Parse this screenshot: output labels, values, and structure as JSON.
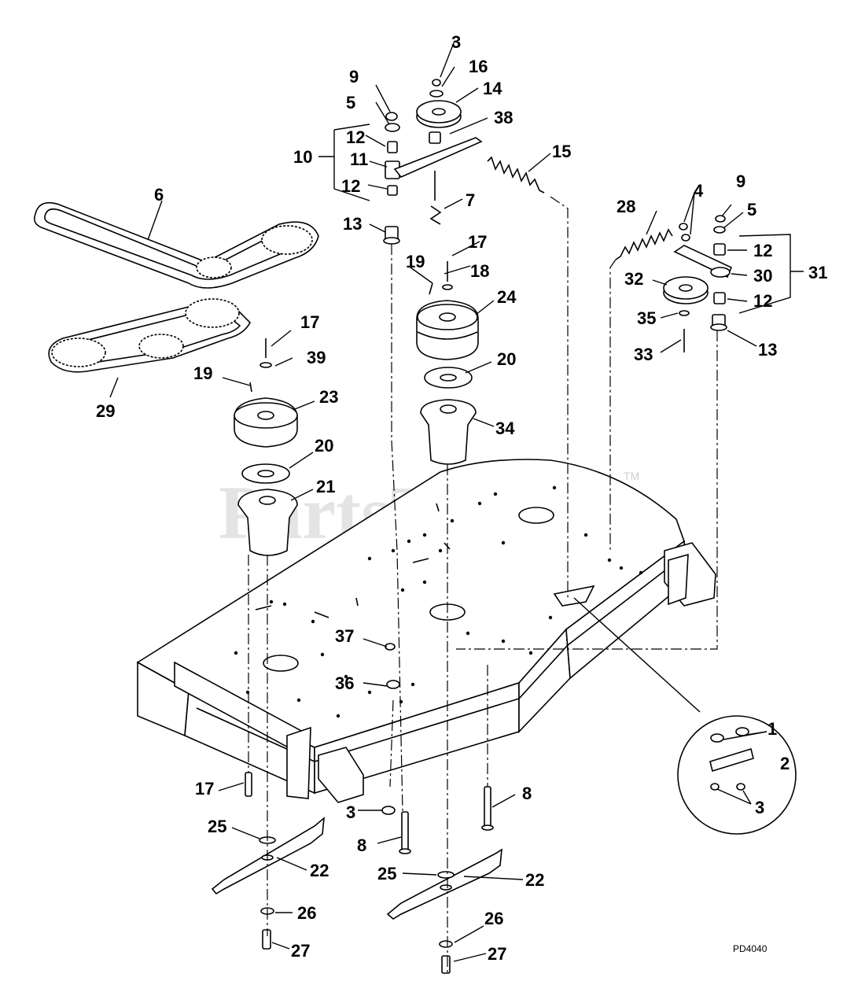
{
  "diagram": {
    "drawing_code": "PD4040",
    "watermark": "PartsTree",
    "watermark_tm": "TM",
    "callouts": [
      {
        "n": "3"
      },
      {
        "n": "16"
      },
      {
        "n": "14"
      },
      {
        "n": "38"
      },
      {
        "n": "9"
      },
      {
        "n": "5"
      },
      {
        "n": "12"
      },
      {
        "n": "10"
      },
      {
        "n": "11"
      },
      {
        "n": "12"
      },
      {
        "n": "13"
      },
      {
        "n": "7"
      },
      {
        "n": "15"
      },
      {
        "n": "6"
      },
      {
        "n": "17"
      },
      {
        "n": "18"
      },
      {
        "n": "19"
      },
      {
        "n": "24"
      },
      {
        "n": "28"
      },
      {
        "n": "4"
      },
      {
        "n": "9"
      },
      {
        "n": "5"
      },
      {
        "n": "12"
      },
      {
        "n": "31"
      },
      {
        "n": "30"
      },
      {
        "n": "32"
      },
      {
        "n": "12"
      },
      {
        "n": "35"
      },
      {
        "n": "13"
      },
      {
        "n": "33"
      },
      {
        "n": "17"
      },
      {
        "n": "39"
      },
      {
        "n": "19"
      },
      {
        "n": "23"
      },
      {
        "n": "20"
      },
      {
        "n": "34"
      },
      {
        "n": "29"
      },
      {
        "n": "20"
      },
      {
        "n": "21"
      },
      {
        "n": "37"
      },
      {
        "n": "36"
      },
      {
        "n": "1"
      },
      {
        "n": "2"
      },
      {
        "n": "3"
      },
      {
        "n": "17"
      },
      {
        "n": "8"
      },
      {
        "n": "3"
      },
      {
        "n": "25"
      },
      {
        "n": "22"
      },
      {
        "n": "8"
      },
      {
        "n": "25"
      },
      {
        "n": "22"
      },
      {
        "n": "26"
      },
      {
        "n": "26"
      },
      {
        "n": "27"
      },
      {
        "n": "27"
      }
    ]
  }
}
